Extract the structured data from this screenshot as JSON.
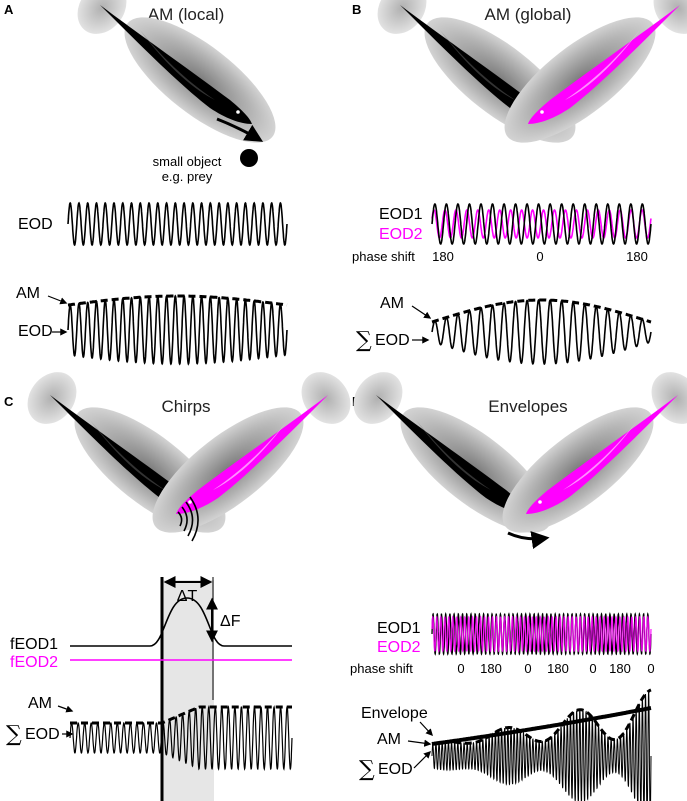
{
  "colors": {
    "fish1": "#000000",
    "fish2": "#ff00ff",
    "field": "#bdbdbd",
    "shade": "#e6e6e6"
  },
  "panels": {
    "a": {
      "letter": "A",
      "title": "AM (local)",
      "object_label1": "small object",
      "object_label2": "e.g. prey",
      "eod_label": "EOD",
      "am_label": "AM",
      "eod2_label": "EOD"
    },
    "b": {
      "letter": "B",
      "title": "AM (global)",
      "eod1_label": "EOD1",
      "eod2_label": "EOD2",
      "phase_label": "phase shift",
      "phase_ticks": [
        "180",
        "0",
        "180"
      ],
      "am_label": "AM",
      "sum_symbol": "∑",
      "sum_label": "EOD"
    },
    "c": {
      "letter": "C",
      "title": "Chirps",
      "delta_t": "ΔT",
      "delta_f": "ΔF",
      "feod1_label": "fEOD1",
      "feod2_label": "fEOD2",
      "am_label": "AM",
      "sum_symbol": "∑",
      "sum_label": "EOD"
    },
    "d": {
      "letter": "D",
      "title": "Envelopes",
      "eod1_label": "EOD1",
      "eod2_label": "EOD2",
      "phase_label": "phase shift",
      "phase_ticks": [
        "0",
        "180",
        "0",
        "180",
        "0",
        "180",
        "0"
      ],
      "envelope_label": "Envelope",
      "am_label": "AM",
      "sum_symbol": "∑",
      "sum_label": "EOD"
    }
  }
}
